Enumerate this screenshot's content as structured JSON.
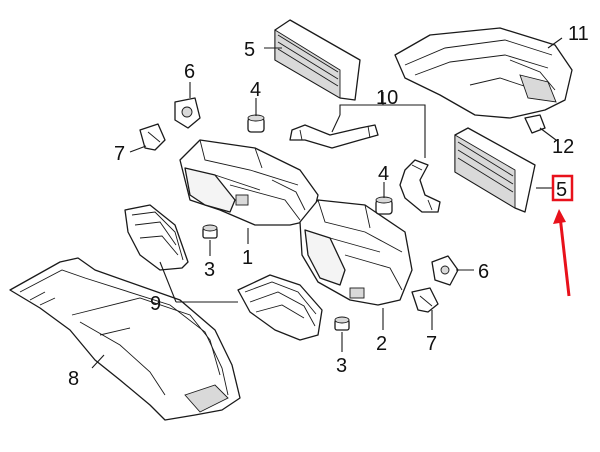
{
  "diagram": {
    "callouts": [
      {
        "key": "c1",
        "label": "1"
      },
      {
        "key": "c2",
        "label": "2"
      },
      {
        "key": "c3a",
        "label": "3"
      },
      {
        "key": "c3b",
        "label": "3"
      },
      {
        "key": "c4a",
        "label": "4"
      },
      {
        "key": "c4b",
        "label": "4"
      },
      {
        "key": "c5a",
        "label": "5"
      },
      {
        "key": "c5b",
        "label": "5"
      },
      {
        "key": "c6a",
        "label": "6"
      },
      {
        "key": "c6b",
        "label": "6"
      },
      {
        "key": "c7a",
        "label": "7"
      },
      {
        "key": "c7b",
        "label": "7"
      },
      {
        "key": "c8",
        "label": "8"
      },
      {
        "key": "c9",
        "label": "9"
      },
      {
        "key": "c10",
        "label": "10"
      },
      {
        "key": "c11",
        "label": "11"
      },
      {
        "key": "c12",
        "label": "12"
      }
    ],
    "highlight_color": "#e8111b",
    "line_color": "#1a1a1a"
  }
}
